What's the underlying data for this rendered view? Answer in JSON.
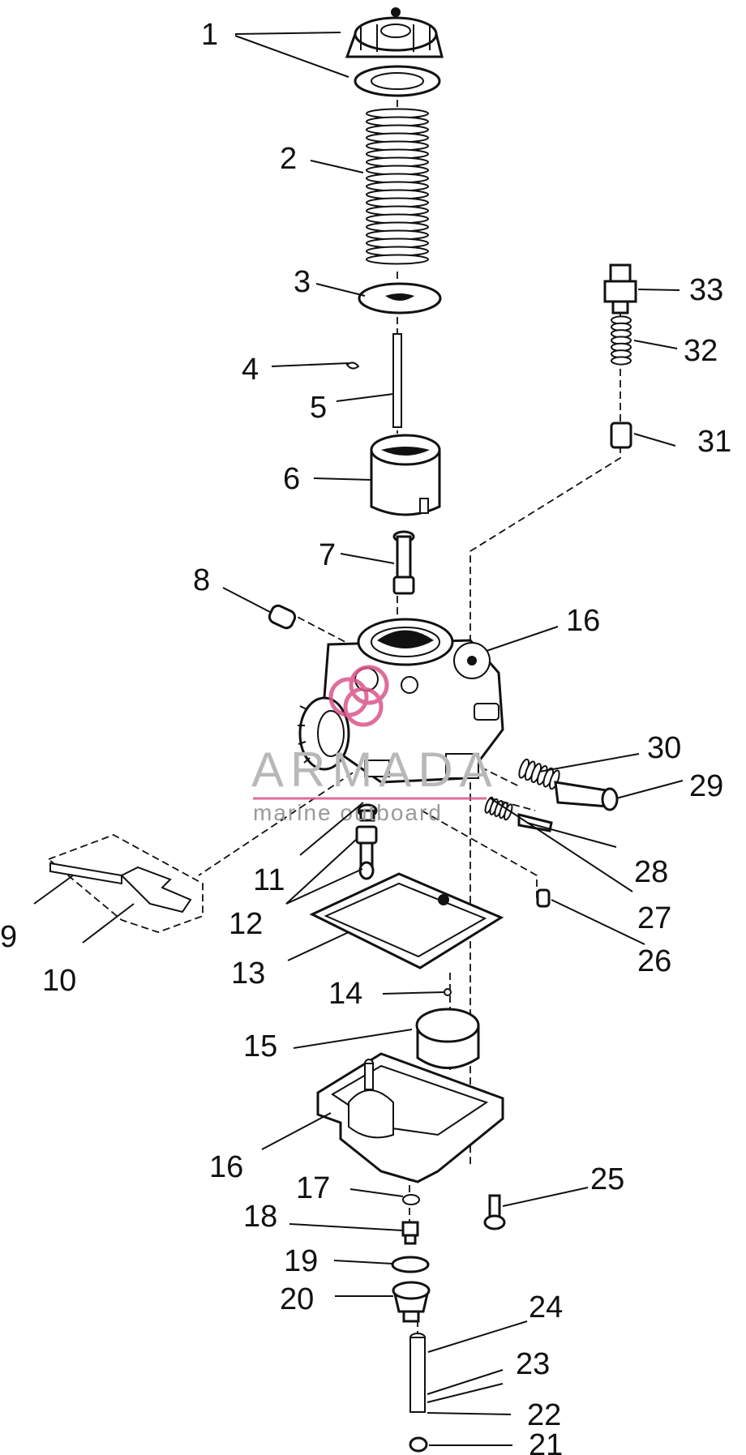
{
  "watermark": {
    "brand": "ARMADA",
    "tagline": "marine outboard",
    "logo_color": "#d9558a"
  },
  "callouts": [
    {
      "id": "1",
      "label": "1"
    },
    {
      "id": "2",
      "label": "2"
    },
    {
      "id": "3",
      "label": "3"
    },
    {
      "id": "4",
      "label": "4"
    },
    {
      "id": "5",
      "label": "5"
    },
    {
      "id": "6",
      "label": "6"
    },
    {
      "id": "7",
      "label": "7"
    },
    {
      "id": "8",
      "label": "8"
    },
    {
      "id": "9",
      "label": "9"
    },
    {
      "id": "10",
      "label": "10"
    },
    {
      "id": "11",
      "label": "11"
    },
    {
      "id": "12",
      "label": "12"
    },
    {
      "id": "13",
      "label": "13"
    },
    {
      "id": "14",
      "label": "14"
    },
    {
      "id": "15",
      "label": "15"
    },
    {
      "id": "16a",
      "label": "16"
    },
    {
      "id": "16b",
      "label": "16"
    },
    {
      "id": "17",
      "label": "17"
    },
    {
      "id": "18",
      "label": "18"
    },
    {
      "id": "19",
      "label": "19"
    },
    {
      "id": "20",
      "label": "20"
    },
    {
      "id": "21",
      "label": "21"
    },
    {
      "id": "22",
      "label": "22"
    },
    {
      "id": "23",
      "label": "23"
    },
    {
      "id": "24",
      "label": "24"
    },
    {
      "id": "25",
      "label": "25"
    },
    {
      "id": "26",
      "label": "26"
    },
    {
      "id": "27",
      "label": "27"
    },
    {
      "id": "28",
      "label": "28"
    },
    {
      "id": "29",
      "label": "29"
    },
    {
      "id": "30",
      "label": "30"
    },
    {
      "id": "31",
      "label": "31"
    },
    {
      "id": "32",
      "label": "32"
    },
    {
      "id": "33",
      "label": "33"
    }
  ]
}
